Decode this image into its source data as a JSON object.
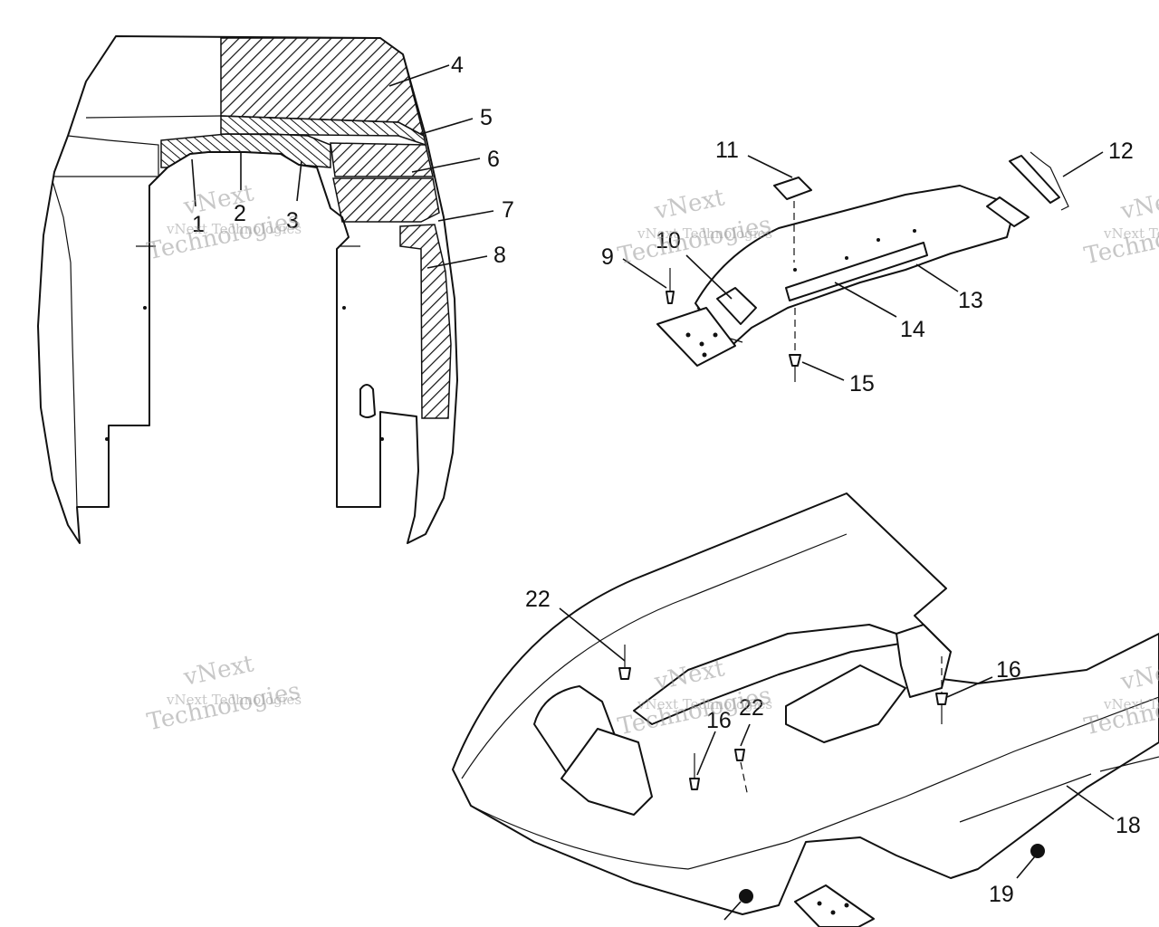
{
  "callouts": {
    "c1": "1",
    "c2": "2",
    "c3": "3",
    "c4": "4",
    "c5": "5",
    "c6": "6",
    "c7": "7",
    "c8": "8",
    "c9": "9",
    "c10": "10",
    "c11": "11",
    "c12": "12",
    "c13": "13",
    "c14": "14",
    "c15": "15",
    "c16a": "16",
    "c16b": "16",
    "c18": "18",
    "c19": "19",
    "c22a": "22",
    "c22b": "22"
  },
  "watermark": {
    "line1": "vNext",
    "line2": "vNext Technologies",
    "line3": "Technologies"
  },
  "colors": {
    "ink": "#111111",
    "watermark": "#9a9a9a",
    "background": "#ffffff"
  }
}
